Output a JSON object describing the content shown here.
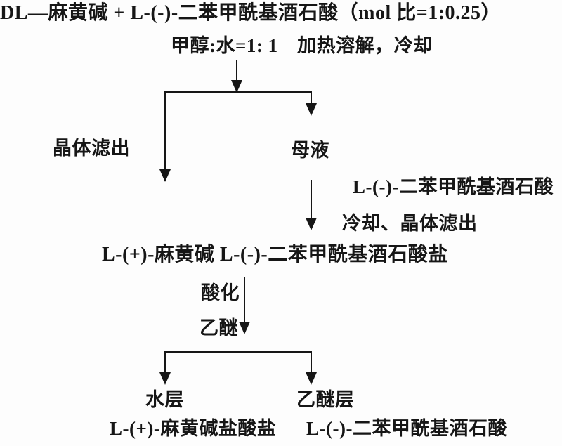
{
  "diagram": {
    "title": "DL—麻黄碱 + L-(-)-二苯甲酰基酒石酸（mol 比=1:0.25）",
    "dissolve_condition": "甲醇:水=1: 1　加热溶解，冷却",
    "crystal_filter_label": "晶体滤出",
    "mother_liquor_label": "母液",
    "reagent_added": "L-(-)-二苯甲酰基酒石酸",
    "cool_crystal_filter_label": "冷却、晶体滤出",
    "intermediate_salt": "L-(+)-麻黄碱 L-(-)-二苯甲酰基酒石酸盐",
    "acidification_label": "酸化",
    "ether_label": "乙醚",
    "water_layer_label": "水层",
    "ether_layer_label": "乙醚层",
    "product_water_layer": "L-(+)-麻黄碱盐酸盐",
    "product_ether_layer": "L-(-)-二苯甲酰基酒石酸"
  },
  "colors": {
    "ink": "#161616",
    "background": "#fdfdfd"
  }
}
